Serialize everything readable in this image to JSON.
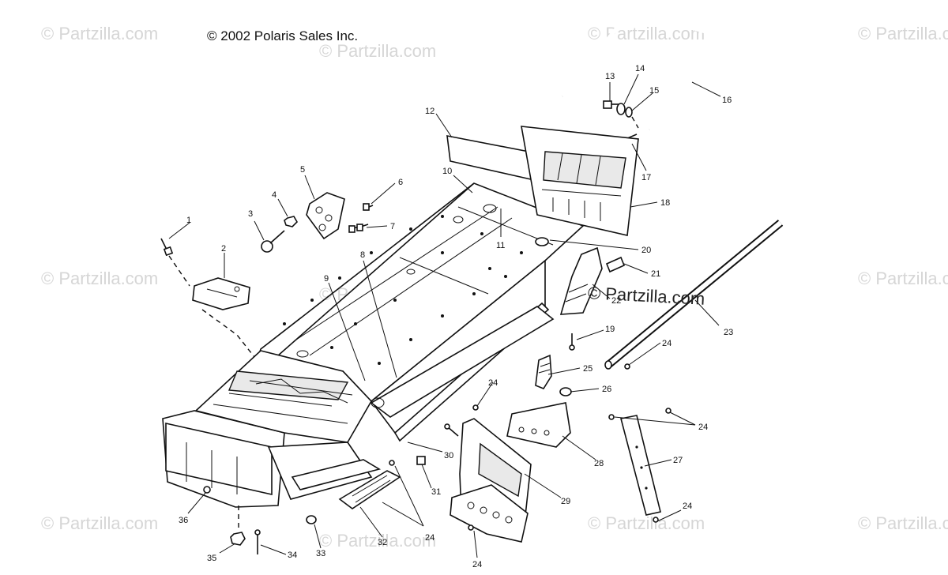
{
  "copyright": "© 2002 Polaris Sales Inc.",
  "watermark": "© Partzilla.com",
  "watermark_center": "© Partzilla.com",
  "callouts": [
    "1",
    "2",
    "3",
    "4",
    "5",
    "6",
    "7",
    "8",
    "9",
    "10",
    "11",
    "12",
    "13",
    "14",
    "15",
    "16",
    "17",
    "18",
    "19",
    "20",
    "21",
    "22",
    "23",
    "24",
    "24",
    "24",
    "24",
    "24",
    "24",
    "24",
    "25",
    "26",
    "27",
    "28",
    "29",
    "30",
    "31",
    "32",
    "33",
    "34",
    "35",
    "36"
  ]
}
